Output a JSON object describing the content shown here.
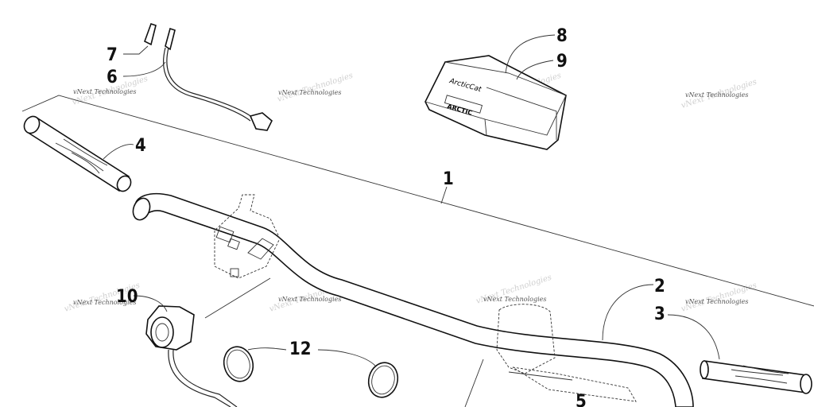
{
  "callouts": {
    "c1": "1",
    "c2": "2",
    "c3": "3",
    "c4": "4",
    "c5": "5",
    "c6": "6",
    "c7": "7",
    "c8": "8",
    "c9": "9",
    "c10": "10",
    "c12": "12"
  },
  "watermark": "vNext Technologies"
}
